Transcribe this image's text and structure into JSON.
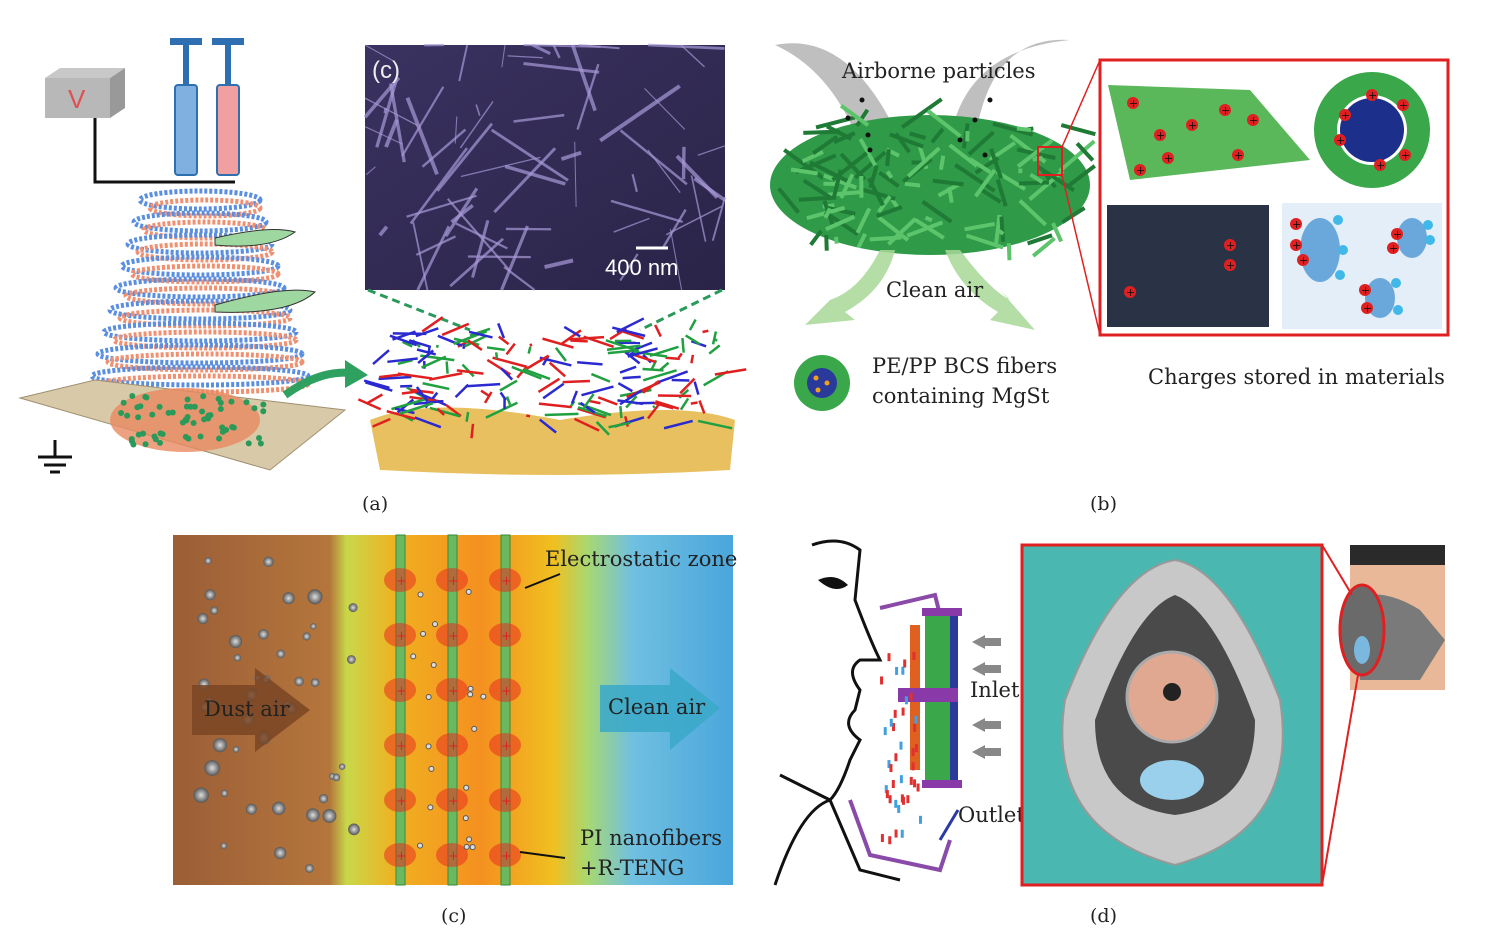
{
  "panel_a": {
    "caption": "(a)",
    "voltage_label": "V",
    "sem_label": "(c)",
    "scale_bar": "400 nm"
  },
  "panel_b": {
    "caption": "(b)",
    "airborne": "Airborne particles",
    "clean_air": "Clean air",
    "fiber_line1": "PE/PP BCS fibers",
    "fiber_line2": "containing MgSt",
    "charges": "Charges stored in materials"
  },
  "panel_c": {
    "caption": "(c)",
    "dust_air": "Dust air",
    "clean_air": "Clean air",
    "zone": "Electrostatic zone",
    "pi_line1": "PI nanofibers",
    "pi_line2": "+R-TENG"
  },
  "panel_d": {
    "caption": "(d)",
    "inlet": "Inlet",
    "outlet": "Outlet"
  },
  "colors": {
    "red": "#e02020",
    "green": "#2e9e44",
    "teal": "#3fb7a8",
    "blue_sky": "#5aaee0",
    "brown": "#a0643a"
  }
}
